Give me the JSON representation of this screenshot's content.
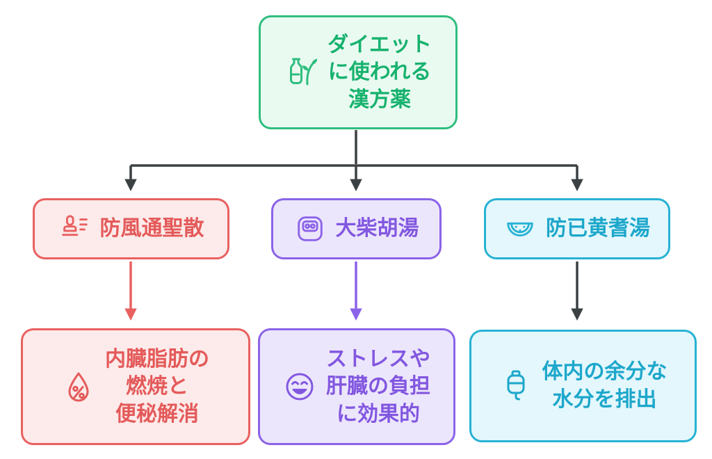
{
  "title_node": {
    "title": "ダイエット\nに使われる\n漢方薬",
    "icon": "herbal-medicine-bottle-icon",
    "color": "#2fbe7e",
    "fill": "#e9faf1"
  },
  "branches": [
    {
      "name": "防風通聖散",
      "name_icon": "stamp-icon",
      "effect": "内臓脂肪の\n燃焼と\n便秘解消",
      "effect_icon": "fat-burn-droplet-percent-icon",
      "color": "#e96060",
      "fill": "#fdeaea",
      "arrow_color": "#e96060"
    },
    {
      "name": "大柴胡湯",
      "name_icon": "weight-scale-icon",
      "effect": "ストレスや\n肝臓の負担\nに効果的",
      "effect_icon": "smiley-face-icon",
      "color": "#8b63e8",
      "fill": "#ece6fc",
      "arrow_color": "#8b63e8"
    },
    {
      "name": "防已黄耆湯",
      "name_icon": "watermelon-icon",
      "effect": "体内の余分な\n水分を排出",
      "effect_icon": "iv-drip-icon",
      "color": "#27b2d4",
      "fill": "#e3f7fc",
      "arrow_color": "#3b4043"
    }
  ],
  "connector_color": "#3b4043"
}
